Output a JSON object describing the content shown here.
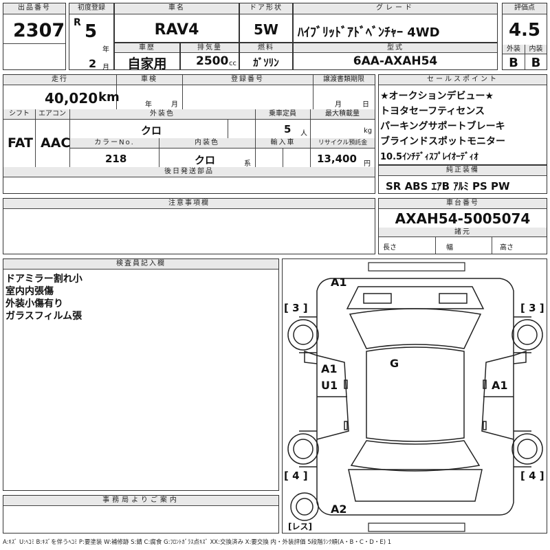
{
  "header": {
    "lot_no_label": "出品番号",
    "lot_no": "2307",
    "first_reg_label": "初度登録",
    "era": "R",
    "year": "5",
    "year_unit": "年",
    "month": "2",
    "month_unit": "月",
    "car_name_label": "車名",
    "car_name": "RAV4",
    "door_label": "ドア形状",
    "door": "5W",
    "grade_label": "グレード",
    "grade": "ﾊｲﾌﾞﾘｯﾄﾞｱﾄﾞﾍﾞﾝﾁｬｰ 4WD",
    "score_label": "評価点",
    "score": "4.5",
    "history_label": "車歴",
    "history": "自家用",
    "displacement_label": "排気量",
    "displacement": "2500",
    "displacement_unit": "cc",
    "fuel_label": "燃料",
    "fuel": "ｶﾞｿﾘﾝ",
    "model_label": "型式",
    "model": "6AA-AXAH54",
    "exterior_label": "外装",
    "exterior_grade": "B",
    "interior_label": "内装",
    "interior_grade": "B"
  },
  "row2": {
    "mileage_label": "走行",
    "mileage": "40,020",
    "mileage_unit": "km",
    "inspection_label": "車検",
    "insp_year_unit": "年",
    "insp_month_unit": "月",
    "reg_no_label": "登録番号",
    "transfer_label": "譲渡書類期限",
    "transfer_month_unit": "月",
    "transfer_day_unit": "日",
    "shift_label": "シフト",
    "shift": "FAT",
    "ac_label": "エアコン",
    "ac": "AAC",
    "ext_color_label": "外装色",
    "ext_color": "クロ",
    "capacity_label": "乗車定員",
    "capacity": "5",
    "capacity_unit": "人",
    "max_load_label": "最大積載量",
    "max_load_unit": "kg",
    "color_no_label": "カラーNo.",
    "color_no": "218",
    "int_color_label": "内装色",
    "int_color": "クロ",
    "int_color_unit": "系",
    "import_label": "輸入車",
    "recycle_label": "リサイクル預託金",
    "recycle": "13,400",
    "recycle_unit": "円",
    "later_parts_label": "後日発送部品"
  },
  "sales_points": {
    "label": "セールスポイント",
    "items": [
      "★オークションデビュー★",
      "トヨタセーフティセンス",
      "パーキングサポートブレーキ",
      "ブラインドスポットモニター",
      "10.5ｲﾝﾁﾃﾞｨｽﾌﾟﾚｲｵｰﾃﾞｨｵ"
    ]
  },
  "equipment": {
    "label": "純正装備",
    "items": "SR ABS ｴｱB ｱﾙﾐ PS PW"
  },
  "notes": {
    "label": "注意事項欄"
  },
  "chassis": {
    "label": "車台番号",
    "value": "AXAH54-5005074"
  },
  "specs": {
    "label": "諸元",
    "length": "長さ",
    "width": "幅",
    "height": "高さ"
  },
  "inspector": {
    "label": "検査員記入欄",
    "lines": [
      "ドアミラー割れ小",
      "室内内張傷",
      "外装小傷有り",
      "ガラスフィルム張"
    ]
  },
  "office": {
    "label": "事務局よりご案内"
  },
  "diagram": {
    "marks": {
      "a1_front": "A1",
      "g": "G",
      "a1_left": "A1",
      "u1_left": "U1",
      "a1_right": "A1",
      "a2_rear": "A2",
      "tire_fl": "3",
      "tire_fr": "3",
      "tire_rl": "4",
      "tire_rr": "4",
      "spare": "レス"
    }
  },
  "legend": "A:ｷｽﾞ U:ﾍｺﾐ B:ｷｽﾞを伴うﾍｺﾐ P:要塗装 W:補修跡 S:錆 C:腐食 G:ﾌﾛﾝﾄｶﾞﾗｽ点ｷｽﾞ XX:交換済み X:要交換 内・外装評価 5段階ﾗﾝｸ順(A・B・C・D・E) 1"
}
